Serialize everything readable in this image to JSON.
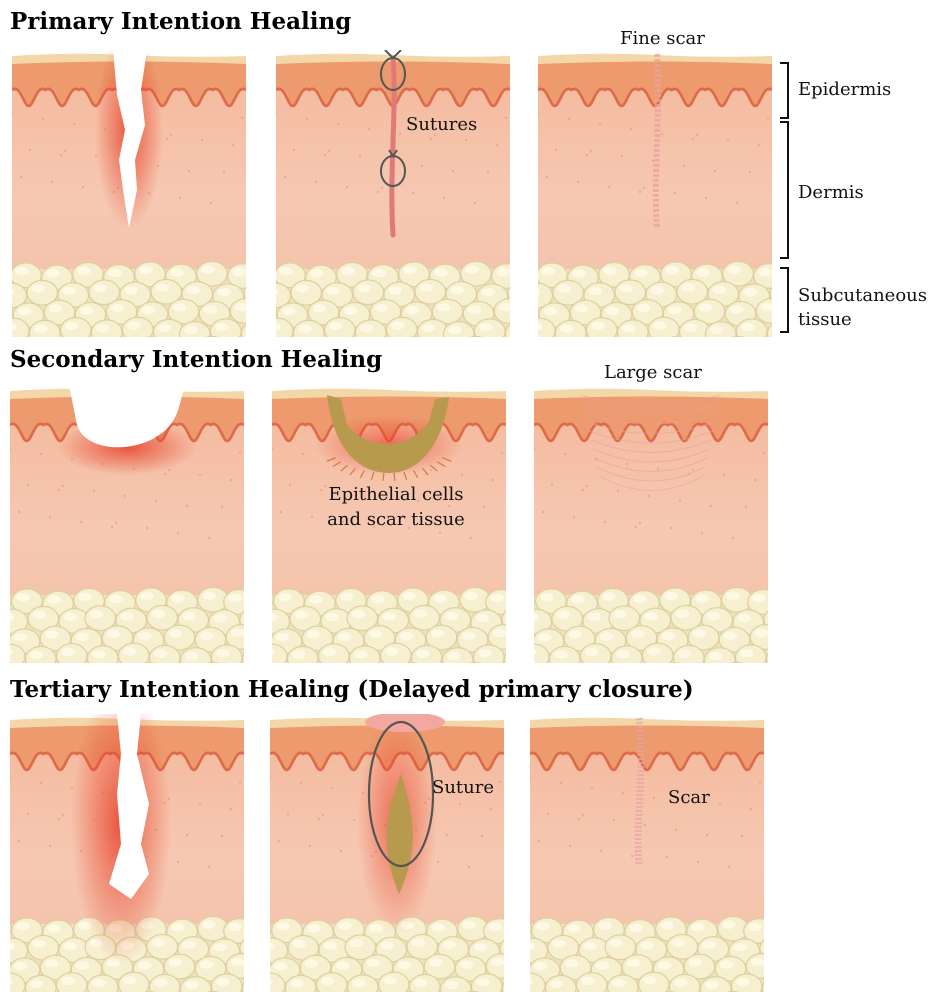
{
  "sections": [
    {
      "title": "Primary Intention Healing"
    },
    {
      "title": "Secondary Intention Healing"
    },
    {
      "title": "Tertiary Intention Healing (Delayed primary closure)"
    }
  ],
  "labels": {
    "fine_scar": "Fine scar",
    "sutures": "Sutures",
    "large_scar": "Large scar",
    "epithelial_line1": "Epithelial cells",
    "epithelial_line2": "and scar tissue",
    "suture": "Suture",
    "scar": "Scar"
  },
  "layers": {
    "epidermis": "Epidermis",
    "dermis": "Dermis",
    "subcutaneous_line1": "Subcutaneous",
    "subcutaneous_line2": "tissue"
  },
  "colors": {
    "surface": "#f3d7a8",
    "epidermis": "#ec9a6e",
    "dermis_top": "#f4b99c",
    "dermis": "#f6c8b2",
    "basal_line": "#de6a47",
    "wound_red": "#e8412a",
    "fat": "#f6efd0",
    "fat_edge": "#ddcf9e",
    "granulation": "#b89a4e",
    "suture_thread": "#555555"
  }
}
